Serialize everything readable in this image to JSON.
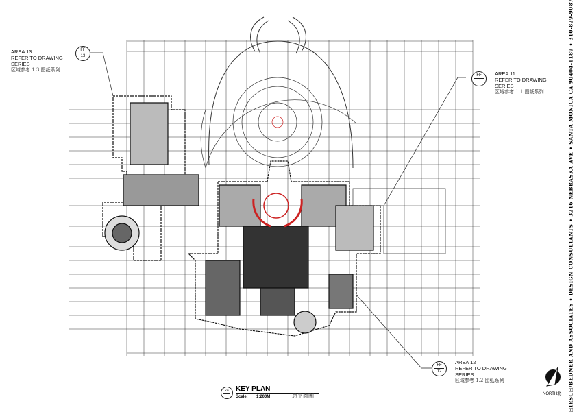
{
  "callouts": [
    {
      "area": "AREA 13",
      "refer": "REFER TO DRAWING",
      "series": "SERIES",
      "cn": "区域参考 1.3 图纸系列",
      "tag_top": "FF",
      "tag_num": "13"
    },
    {
      "area": "AREA 11",
      "refer": "REFER TO DRAWING",
      "series": "SERIES",
      "cn": "区域参考 1.1 图纸系列",
      "tag_top": "FF",
      "tag_num": "11"
    },
    {
      "area": "AREA 12",
      "refer": "REFER TO DRAWING",
      "series": "SERIES",
      "cn": "区域参考 1.2 图纸系列",
      "tag_top": "FF",
      "tag_num": "12"
    }
  ],
  "key_plan": {
    "title": "KEY PLAN",
    "scale_label": "Scale:",
    "scale_value": "1:200M",
    "cn": "总平面图",
    "tag": "KP"
  },
  "north": {
    "label": "NORTH",
    "cn": "北"
  },
  "title_block": "HIRSCH/BEDNER AND ASSOCIATES • DESIGN CONSULTANTS • 3216 NEBRASKA AVE • SANTA MONICA CA 90404-1189 • 310-829-9087",
  "colors": {
    "line": "#222222",
    "accent": "#cc2222",
    "fill": "#555555"
  }
}
